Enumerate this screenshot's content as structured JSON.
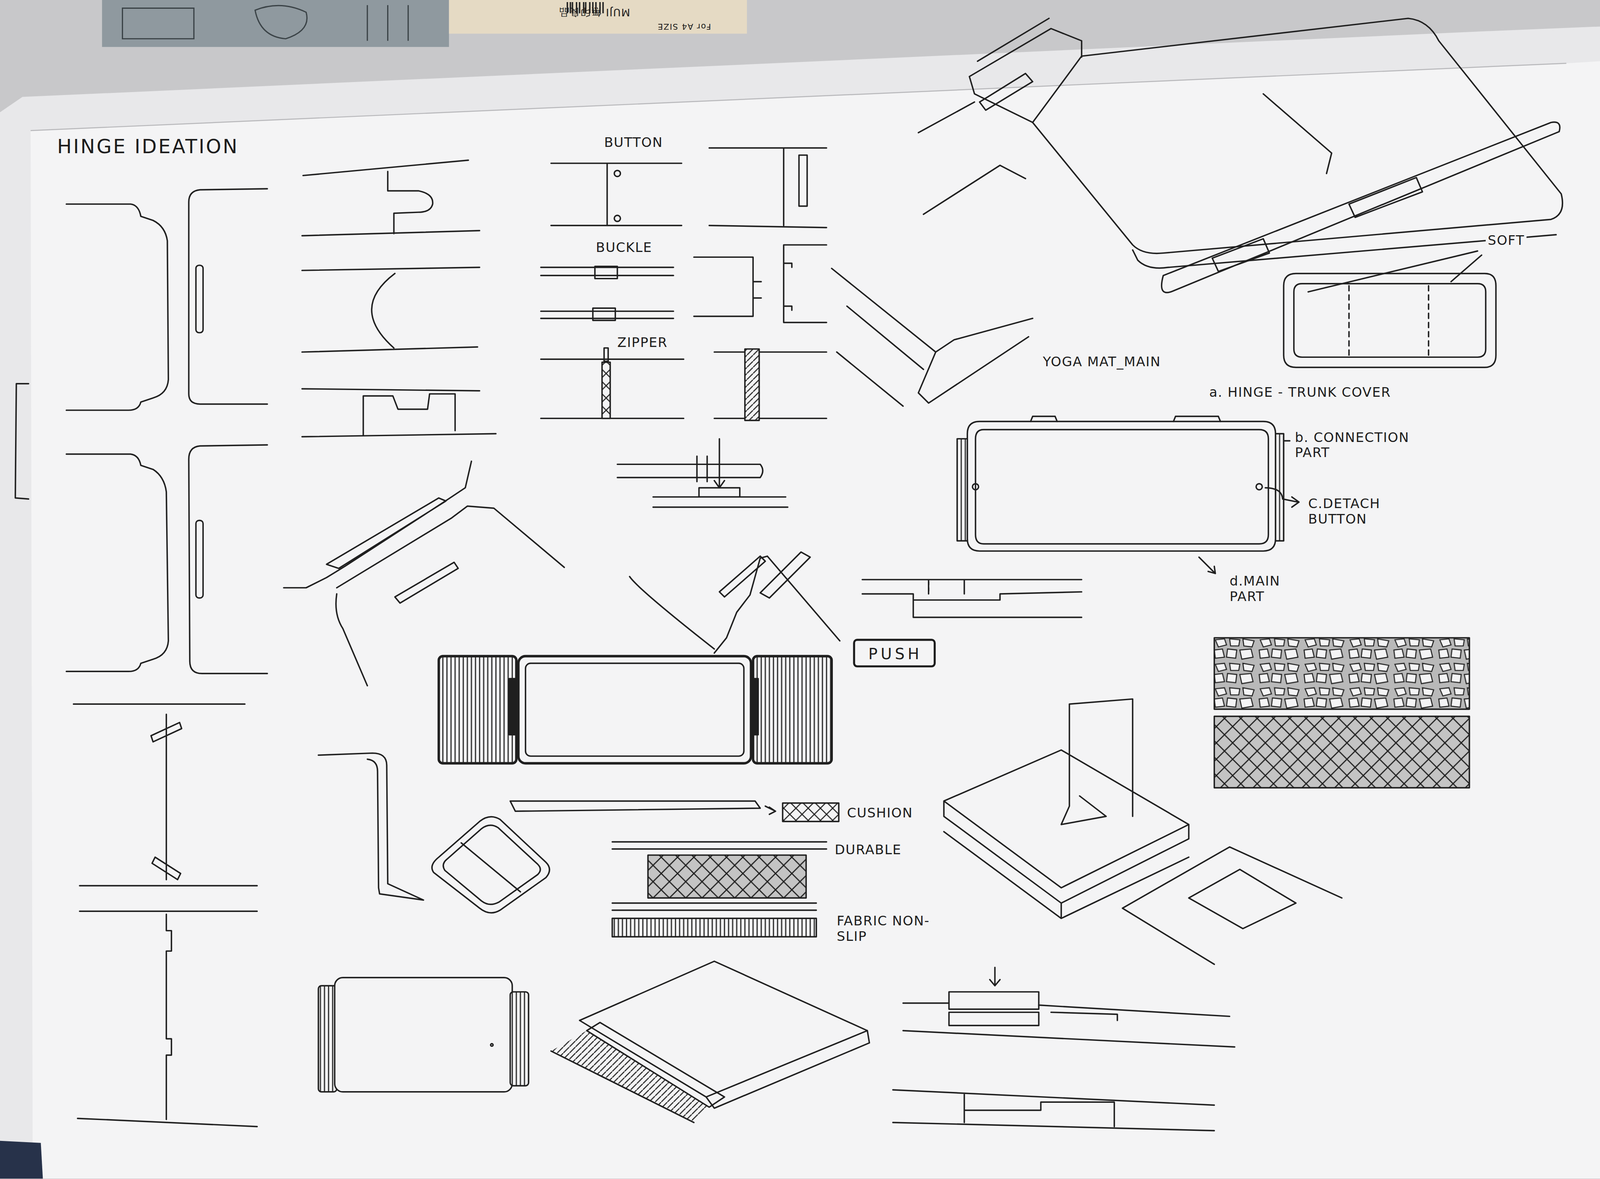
{
  "diagram": {
    "title": "HINGE IDEATION",
    "nodes": [
      {
        "text": [
          "PUSH"
        ]
      }
    ],
    "labels": [
      "MUJI 無印良品",
      "For A4 SIZE",
      "BUTTON",
      "BUCKLE",
      "ZIPPER",
      "SOFT",
      "YOGA MAT_MAIN",
      "a. HINGE - TRUNK COVER",
      "b. CONNECTION PART",
      "C.DETACH BUTTON",
      "d.MAIN PART",
      "CUSHION",
      "DURABLE",
      "FABRIC NON-SLIP"
    ]
  }
}
